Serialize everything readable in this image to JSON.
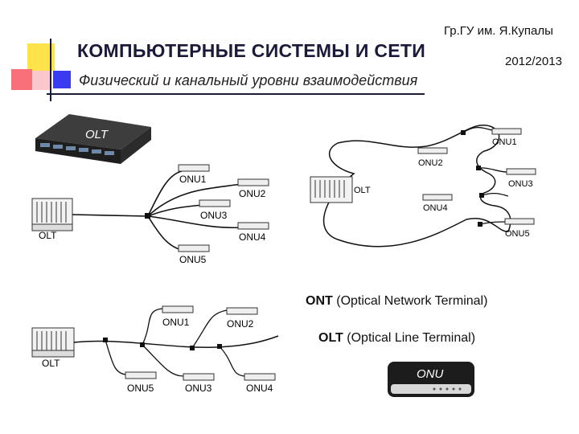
{
  "header": {
    "university": "Гр.ГУ им. Я.Купалы",
    "year": "2012/2013",
    "title": "КОМПЬЮТЕРНЫЕ СИСТЕМЫ И СЕТИ",
    "subtitle": "Физический и канальный уровни взаимодействия"
  },
  "photo_olt": {
    "label": "OLT"
  },
  "tree_diagram": {
    "olt": "OLT",
    "onus": [
      "ONU1",
      "ONU2",
      "ONU3",
      "ONU4",
      "ONU5"
    ]
  },
  "ring_diagram": {
    "olt": "OLT",
    "onus": [
      "ONU1",
      "ONU2",
      "ONU3",
      "ONU4",
      "ONU5"
    ]
  },
  "bus_diagram": {
    "olt": "OLT",
    "onus": [
      "ONU1",
      "ONU2",
      "ONU5",
      "ONU3",
      "ONU4"
    ]
  },
  "legend": {
    "ont_abbr": "ONT",
    "ont_full": "(Optical Network Terminal)",
    "olt_abbr": "OLT",
    "olt_full": "(Optical Line Terminal)"
  },
  "photo_onu": {
    "label": "ONU"
  },
  "colors": {
    "accent_yellow": "#ffe34a",
    "accent_red": "#f7707a",
    "accent_blue": "#3a3af0",
    "title": "#1a1a3a"
  }
}
